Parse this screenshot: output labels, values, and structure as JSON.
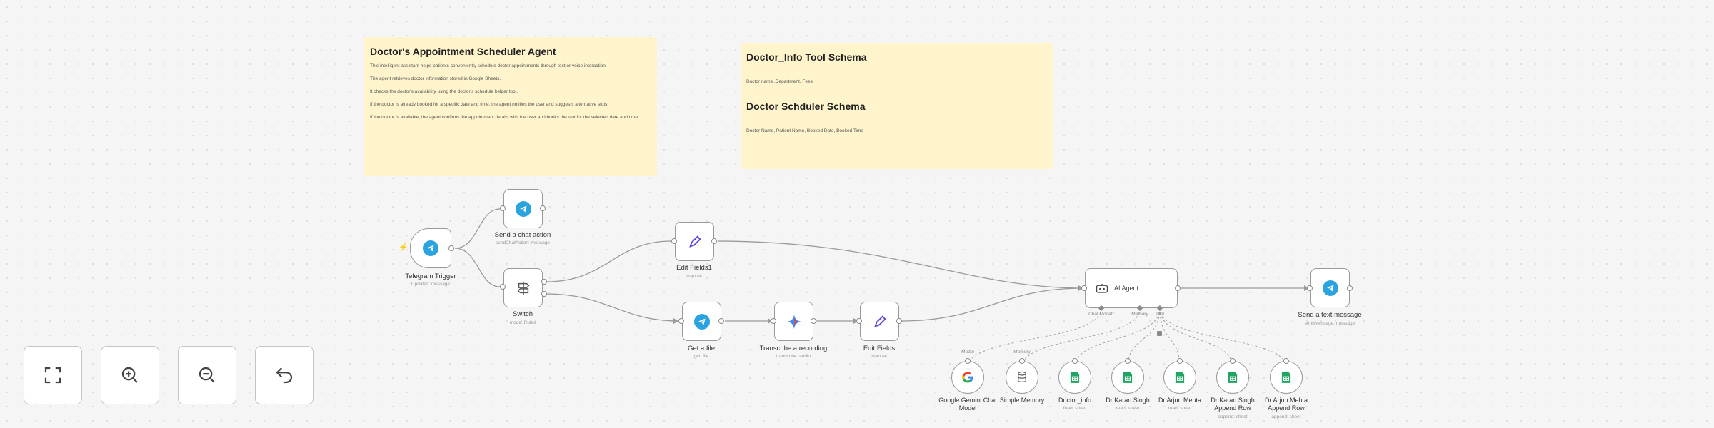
{
  "notes": {
    "scheduler": {
      "title": "Doctor's Appointment Scheduler Agent",
      "paragraphs": [
        "This intelligent assistant helps patients conveniently schedule doctor appointments through text or voice interaction.",
        "The agent retrieves doctor information stored in Google Sheets.",
        "It checks the doctor's availability using the doctor's schedule helper tool.",
        "If the doctor is already booked for a specific date and time, the agent notifies the user and suggests alternative slots.",
        "If the doctor is available, the agent confirms the appointment details with the user and books the slot for the selected date and time."
      ]
    },
    "schema": {
      "title1": "Doctor_Info Tool Schema",
      "text1": "Doctor name ,Department, Fees",
      "title2": "Doctor Schduler Schema",
      "text2": "Doctor Name, Patient Name, Booked Date, Booked Time"
    }
  },
  "nodes": {
    "telegram_trigger": {
      "label": "Telegram Trigger",
      "sub": "Updates: message"
    },
    "send_chat_action": {
      "label": "Send a chat action",
      "sub": "sendChatAction: message"
    },
    "switch": {
      "label": "Switch",
      "sub": "mode: Rules"
    },
    "edit_fields1": {
      "label": "Edit Fields1",
      "sub": "manual"
    },
    "get_file": {
      "label": "Get a file",
      "sub": "get: file"
    },
    "transcribe": {
      "label": "Transcribe a recording",
      "sub": "transcribe: audio"
    },
    "edit_fields": {
      "label": "Edit Fields",
      "sub": "manual"
    },
    "ai_agent": {
      "label": "AI Agent",
      "port_chat": "Chat Model*",
      "port_memory": "Memory",
      "port_tool": "Tool"
    },
    "send_text": {
      "label": "Send a text message",
      "sub": "sendMessage: message"
    },
    "gemini": {
      "label": "Google Gemini Chat Model",
      "port": "Model"
    },
    "memory": {
      "label": "Simple Memory",
      "port": "Memory"
    },
    "doctor_info": {
      "label": "Doctor_info",
      "sub": "read: sheet"
    },
    "karan": {
      "label": "Dr Karan Singh",
      "sub": "read: sheet"
    },
    "arjun": {
      "label": "Dr Arjun Mehta",
      "sub": "read: sheet"
    },
    "karan_append": {
      "label": "Dr Karan Singh Append Row",
      "sub": "append: sheet"
    },
    "arjun_append": {
      "label": "Dr Arjun Mehta Append Row",
      "sub": "append: sheet"
    }
  },
  "controls": [
    "fit-view-icon",
    "zoom-in-icon",
    "zoom-out-icon",
    "undo-icon"
  ],
  "colors": {
    "telegram": "#2aa3de",
    "note": "#fff4cc",
    "sheets": "#1fa463",
    "trigger": "#ff6d5a"
  }
}
